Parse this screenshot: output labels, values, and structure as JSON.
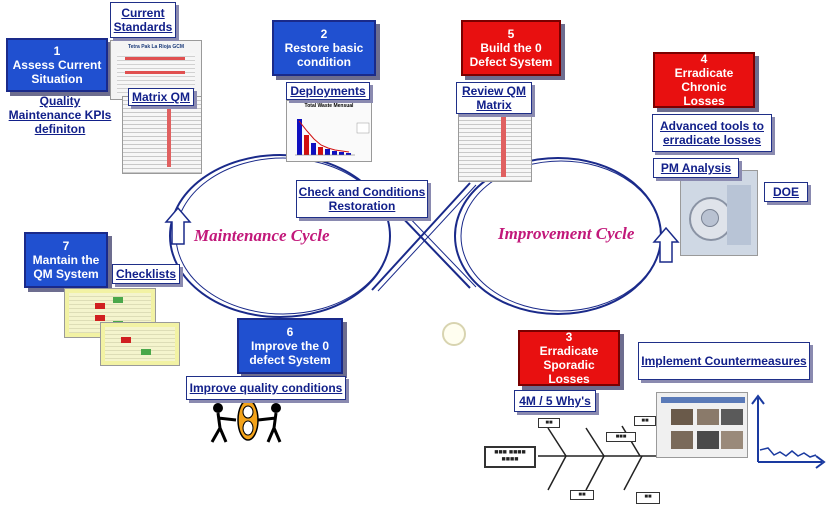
{
  "steps": [
    {
      "num": "1",
      "text": "Assess Current Situation",
      "color": "#2050d0"
    },
    {
      "num": "2",
      "text": "Restore basic condition",
      "color": "#2050d0"
    },
    {
      "num": "3",
      "text": "Erradicate Sporadic Losses",
      "color": "#e81010"
    },
    {
      "num": "4",
      "text": "Erradicate Chronic Losses",
      "color": "#e81010"
    },
    {
      "num": "5",
      "text": "Build the 0 Defect System",
      "color": "#e81010"
    },
    {
      "num": "6",
      "text": "Improve the 0 defect System",
      "color": "#2050d0"
    },
    {
      "num": "7",
      "text": "Mantain the QM System",
      "color": "#2050d0"
    }
  ],
  "labels": {
    "current_standards": "Current Standards",
    "quality_kpis": "Quality Maintenance KPIs definiton",
    "matrix_qm": "Matrix QM",
    "deployments": "Deployments",
    "review_qm_matrix": "Review QM Matrix",
    "advanced_tools": "Advanced tools to erradicate losses",
    "pm_analysis": "PM Analysis",
    "doe": "DOE",
    "check_conditions": "Check and Conditions Restoration",
    "checklists": "Checklists",
    "improve_quality": "Improve quality conditions",
    "four_m": "4M / 5 Why's",
    "implement": "Implement Countermeasures"
  },
  "cycles": {
    "maintenance": "Maintenance Cycle",
    "improvement": "Improvement Cycle"
  },
  "thumbs": {
    "standards_title": "Tetra Pak La Rioja GCM",
    "pareto_title": "Total Waste Mensual"
  },
  "colors": {
    "blue_step": "#2050d0",
    "red_step": "#e81010",
    "label_text": "#12208a",
    "cycle_text": "#c2187a",
    "loop_line": "#1a2a8a"
  }
}
